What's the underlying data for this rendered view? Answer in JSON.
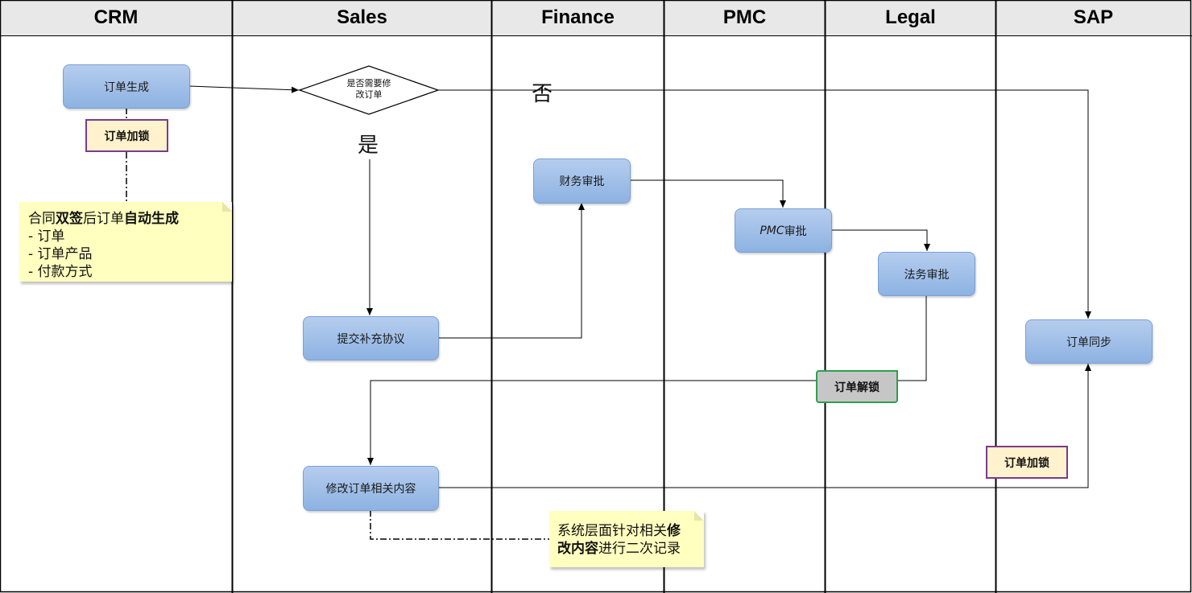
{
  "lanes": [
    {
      "name": "CRM"
    },
    {
      "name": "Sales"
    },
    {
      "name": "Finance"
    },
    {
      "name": "PMC"
    },
    {
      "name": "Legal"
    },
    {
      "name": "SAP"
    }
  ],
  "nodes": {
    "order_create": "订单生成",
    "decision": "是否需要修改订单",
    "decision_line1": "是否需要修",
    "decision_line2": "改订单",
    "submit_supplement": "提交补充协议",
    "finance_approve": "财务审批",
    "pmc_approve_prefix": "PMC",
    "pmc_approve_suffix": "审批",
    "legal_approve": "法务审批",
    "order_sync": "订单同步",
    "modify_order": "修改订单相关内容"
  },
  "tags": {
    "lock_crm": "订单加锁",
    "unlock": "订单解锁",
    "lock_sap": "订单加锁"
  },
  "decisions": {
    "no": "否",
    "yes": "是"
  },
  "notes": {
    "crm_note": {
      "p1": "合同",
      "b1": "双签",
      "p2": "后订单",
      "b2": "自动生成",
      "items": [
        "- 订单",
        "- 订单产品",
        "- 付款方式"
      ]
    },
    "bottom_note": {
      "p1": "系统层面针对相关",
      "b1": "修",
      "b2": "改内容",
      "p2": "进行二次记录"
    }
  },
  "colors": {
    "node_fill_top": "#b5cdee",
    "node_fill_bottom": "#8db2e2",
    "node_border": "#7a9fd4",
    "lock_border": "#7b3b8c",
    "lock_fill": "#fff2cc",
    "unlock_border": "#2e9e4f",
    "unlock_fill": "#c6c6c6",
    "note_fill": "#ffffc0",
    "header_fill": "#e8e8e8"
  }
}
